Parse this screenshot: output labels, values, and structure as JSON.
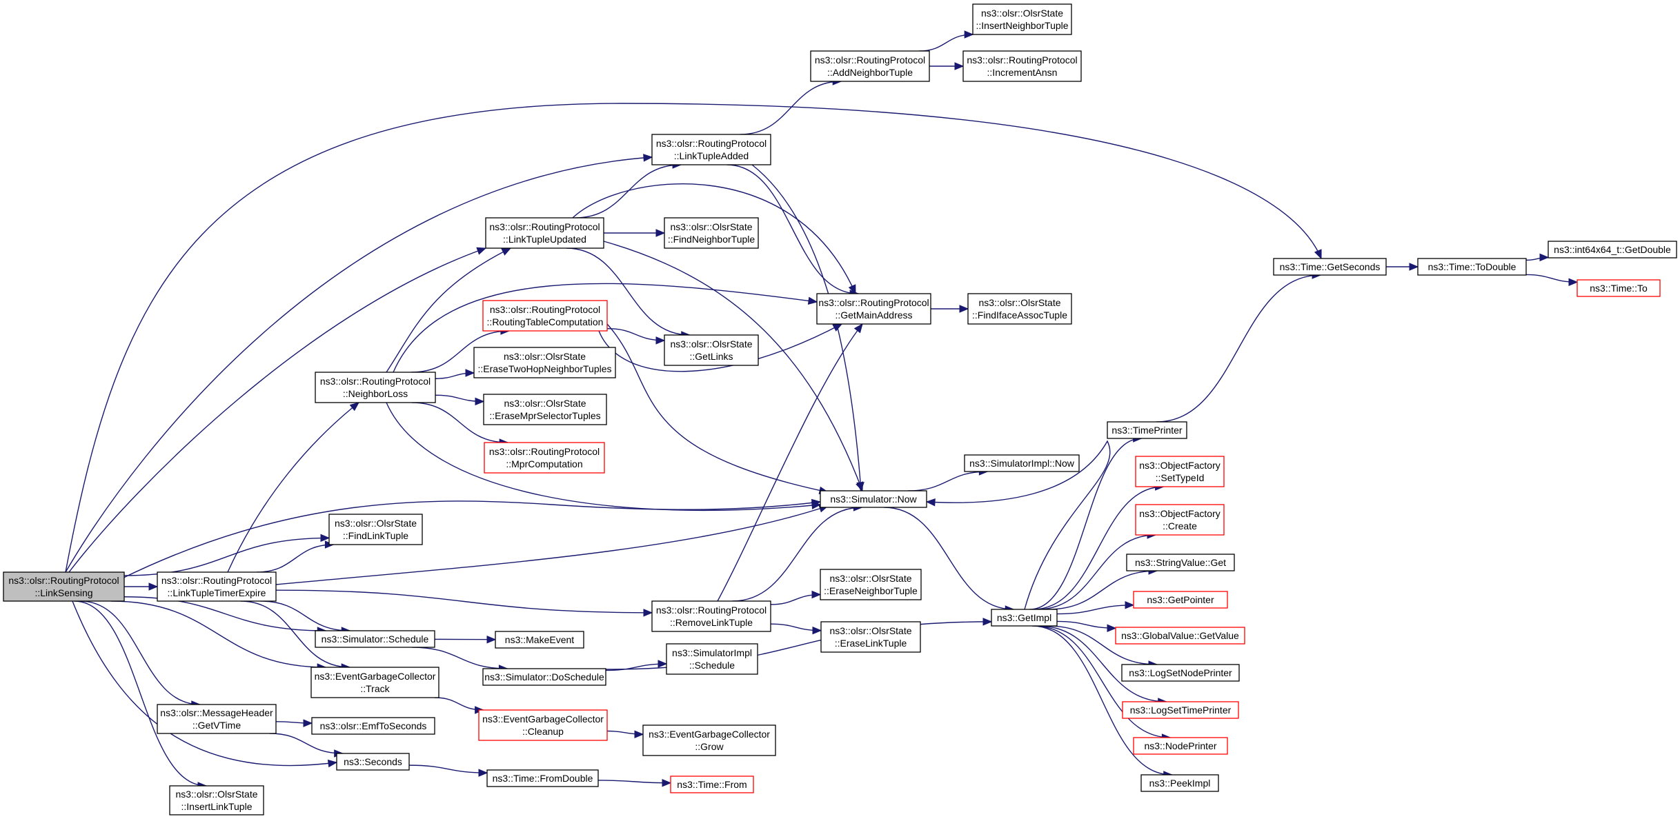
{
  "colors": {
    "edge": "#191970",
    "border": "#000000",
    "truncated_border": "#ff0000",
    "root_fill": "#bfbfbf",
    "background": "#ffffff"
  },
  "nodes": [
    {
      "id": "linksensing",
      "lines": [
        "ns3::olsr::RoutingProtocol",
        "::LinkSensing"
      ],
      "style": "root"
    },
    {
      "id": "linktupletimerexpire",
      "lines": [
        "ns3::olsr::RoutingProtocol",
        "::LinkTupleTimerExpire"
      ],
      "style": "normal"
    },
    {
      "id": "getvtime",
      "lines": [
        "ns3::olsr::MessageHeader",
        "::GetVTime"
      ],
      "style": "normal"
    },
    {
      "id": "insertlinktuple",
      "lines": [
        "ns3::olsr::OlsrState",
        "::InsertLinkTuple"
      ],
      "style": "normal"
    },
    {
      "id": "neighborloss",
      "lines": [
        "ns3::olsr::RoutingProtocol",
        "::NeighborLoss"
      ],
      "style": "normal"
    },
    {
      "id": "findlinktuple",
      "lines": [
        "ns3::olsr::OlsrState",
        "::FindLinkTuple"
      ],
      "style": "normal"
    },
    {
      "id": "schedule",
      "lines": [
        "ns3::Simulator::Schedule"
      ],
      "style": "normal"
    },
    {
      "id": "egctrack",
      "lines": [
        "ns3::EventGarbageCollector",
        "::Track"
      ],
      "style": "normal"
    },
    {
      "id": "emftoseconds",
      "lines": [
        "ns3::olsr::EmfToSeconds"
      ],
      "style": "normal"
    },
    {
      "id": "seconds",
      "lines": [
        "ns3::Seconds"
      ],
      "style": "normal"
    },
    {
      "id": "linktupleupdated",
      "lines": [
        "ns3::olsr::RoutingProtocol",
        "::LinkTupleUpdated"
      ],
      "style": "normal"
    },
    {
      "id": "routingtablecomputation",
      "lines": [
        "ns3::olsr::RoutingProtocol",
        "::RoutingTableComputation"
      ],
      "style": "red"
    },
    {
      "id": "erasetwohop",
      "lines": [
        "ns3::olsr::OlsrState",
        "::EraseTwoHopNeighborTuples"
      ],
      "style": "normal"
    },
    {
      "id": "erasemprselector",
      "lines": [
        "ns3::olsr::OlsrState",
        "::EraseMprSelectorTuples"
      ],
      "style": "normal"
    },
    {
      "id": "mprcomputation",
      "lines": [
        "ns3::olsr::RoutingProtocol",
        "::MprComputation"
      ],
      "style": "red"
    },
    {
      "id": "makeevent",
      "lines": [
        "ns3::MakeEvent"
      ],
      "style": "normal"
    },
    {
      "id": "doschedule",
      "lines": [
        "ns3::Simulator::DoSchedule"
      ],
      "style": "normal"
    },
    {
      "id": "egccleanup",
      "lines": [
        "ns3::EventGarbageCollector",
        "::Cleanup"
      ],
      "style": "red"
    },
    {
      "id": "fromdouble",
      "lines": [
        "ns3::Time::FromDouble"
      ],
      "style": "normal"
    },
    {
      "id": "linktupleadded",
      "lines": [
        "ns3::olsr::RoutingProtocol",
        "::LinkTupleAdded"
      ],
      "style": "normal"
    },
    {
      "id": "findneighbortuple",
      "lines": [
        "ns3::olsr::OlsrState",
        "::FindNeighborTuple"
      ],
      "style": "normal"
    },
    {
      "id": "getlinks",
      "lines": [
        "ns3::olsr::OlsrState",
        "::GetLinks"
      ],
      "style": "normal"
    },
    {
      "id": "removelinktuple",
      "lines": [
        "ns3::olsr::RoutingProtocol",
        "::RemoveLinkTuple"
      ],
      "style": "normal"
    },
    {
      "id": "simimplschedule",
      "lines": [
        "ns3::SimulatorImpl",
        "::Schedule"
      ],
      "style": "normal"
    },
    {
      "id": "egcgrow",
      "lines": [
        "ns3::EventGarbageCollector",
        "::Grow"
      ],
      "style": "normal"
    },
    {
      "id": "timefrom",
      "lines": [
        "ns3::Time::From"
      ],
      "style": "red"
    },
    {
      "id": "addneighbortuple",
      "lines": [
        "ns3::olsr::RoutingProtocol",
        "::AddNeighborTuple"
      ],
      "style": "normal"
    },
    {
      "id": "getmainaddress",
      "lines": [
        "ns3::olsr::RoutingProtocol",
        "::GetMainAddress"
      ],
      "style": "normal"
    },
    {
      "id": "simulatornow",
      "lines": [
        "ns3::Simulator::Now"
      ],
      "style": "normal"
    },
    {
      "id": "eraseneighbortuple",
      "lines": [
        "ns3::olsr::OlsrState",
        "::EraseNeighborTuple"
      ],
      "style": "normal"
    },
    {
      "id": "eraselinktuple",
      "lines": [
        "ns3::olsr::OlsrState",
        "::EraseLinkTuple"
      ],
      "style": "normal"
    },
    {
      "id": "insertneighbortuple",
      "lines": [
        "ns3::olsr::OlsrState",
        "::InsertNeighborTuple"
      ],
      "style": "normal"
    },
    {
      "id": "incrementansn",
      "lines": [
        "ns3::olsr::RoutingProtocol",
        "::IncrementAnsn"
      ],
      "style": "normal"
    },
    {
      "id": "findifaceassoc",
      "lines": [
        "ns3::olsr::OlsrState",
        "::FindIfaceAssocTuple"
      ],
      "style": "normal"
    },
    {
      "id": "simimplnow",
      "lines": [
        "ns3::SimulatorImpl::Now"
      ],
      "style": "normal"
    },
    {
      "id": "getimpl",
      "lines": [
        "ns3::GetImpl"
      ],
      "style": "normal"
    },
    {
      "id": "timeprinter",
      "lines": [
        "ns3::TimePrinter"
      ],
      "style": "normal"
    },
    {
      "id": "settypeid",
      "lines": [
        "ns3::ObjectFactory",
        "::SetTypeId"
      ],
      "style": "red"
    },
    {
      "id": "ofcreate",
      "lines": [
        "ns3::ObjectFactory",
        "::Create"
      ],
      "style": "red"
    },
    {
      "id": "stringvalueget",
      "lines": [
        "ns3::StringValue::Get"
      ],
      "style": "normal"
    },
    {
      "id": "getpointer",
      "lines": [
        "ns3::GetPointer"
      ],
      "style": "red"
    },
    {
      "id": "globalvalueget",
      "lines": [
        "ns3::GlobalValue::GetValue"
      ],
      "style": "red"
    },
    {
      "id": "logsetnodeprinter",
      "lines": [
        "ns3::LogSetNodePrinter"
      ],
      "style": "normal"
    },
    {
      "id": "logsettimeprinter",
      "lines": [
        "ns3::LogSetTimePrinter"
      ],
      "style": "red"
    },
    {
      "id": "nodeprinter",
      "lines": [
        "ns3::NodePrinter"
      ],
      "style": "red"
    },
    {
      "id": "peekimpl",
      "lines": [
        "ns3::PeekImpl"
      ],
      "style": "normal"
    },
    {
      "id": "getseconds",
      "lines": [
        "ns3::Time::GetSeconds"
      ],
      "style": "normal"
    },
    {
      "id": "todouble",
      "lines": [
        "ns3::Time::ToDouble"
      ],
      "style": "normal"
    },
    {
      "id": "int64getdouble",
      "lines": [
        "ns3::int64x64_t::GetDouble"
      ],
      "style": "normal"
    },
    {
      "id": "timeto",
      "lines": [
        "ns3::Time::To"
      ],
      "style": "red"
    }
  ],
  "edges": [
    [
      "linksensing",
      "linktupletimerexpire"
    ],
    [
      "linksensing",
      "getvtime"
    ],
    [
      "linksensing",
      "insertlinktuple"
    ],
    [
      "linksensing",
      "findlinktuple"
    ],
    [
      "linksensing",
      "schedule"
    ],
    [
      "linksensing",
      "egctrack"
    ],
    [
      "linksensing",
      "seconds"
    ],
    [
      "linksensing",
      "linktupleupdated"
    ],
    [
      "linksensing",
      "linktupleadded"
    ],
    [
      "linksensing",
      "simulatornow"
    ],
    [
      "linksensing",
      "getseconds"
    ],
    [
      "linktupletimerexpire",
      "neighborloss"
    ],
    [
      "linktupletimerexpire",
      "findlinktuple"
    ],
    [
      "linktupletimerexpire",
      "schedule"
    ],
    [
      "linktupletimerexpire",
      "egctrack"
    ],
    [
      "linktupletimerexpire",
      "removelinktuple"
    ],
    [
      "linktupletimerexpire",
      "simulatornow"
    ],
    [
      "getvtime",
      "emftoseconds"
    ],
    [
      "getvtime",
      "seconds"
    ],
    [
      "neighborloss",
      "linktupleupdated"
    ],
    [
      "neighborloss",
      "routingtablecomputation"
    ],
    [
      "neighborloss",
      "erasetwohop"
    ],
    [
      "neighborloss",
      "erasemprselector"
    ],
    [
      "neighborloss",
      "mprcomputation"
    ],
    [
      "neighborloss",
      "getmainaddress"
    ],
    [
      "neighborloss",
      "simulatornow"
    ],
    [
      "schedule",
      "makeevent"
    ],
    [
      "schedule",
      "doschedule"
    ],
    [
      "egctrack",
      "egccleanup"
    ],
    [
      "seconds",
      "fromdouble"
    ],
    [
      "linktupleupdated",
      "linktupleadded"
    ],
    [
      "linktupleupdated",
      "findneighbortuple"
    ],
    [
      "linktupleupdated",
      "getlinks"
    ],
    [
      "linktupleupdated",
      "getmainaddress"
    ],
    [
      "linktupleupdated",
      "simulatornow"
    ],
    [
      "routingtablecomputation",
      "getlinks"
    ],
    [
      "routingtablecomputation",
      "getmainaddress"
    ],
    [
      "routingtablecomputation",
      "simulatornow"
    ],
    [
      "doschedule",
      "simimplschedule"
    ],
    [
      "doschedule",
      "getimpl"
    ],
    [
      "egccleanup",
      "egcgrow"
    ],
    [
      "fromdouble",
      "timefrom"
    ],
    [
      "linktupleadded",
      "addneighbortuple"
    ],
    [
      "linktupleadded",
      "getmainaddress"
    ],
    [
      "linktupleadded",
      "simulatornow"
    ],
    [
      "removelinktuple",
      "getmainaddress"
    ],
    [
      "removelinktuple",
      "simulatornow"
    ],
    [
      "removelinktuple",
      "eraseneighbortuple"
    ],
    [
      "removelinktuple",
      "eraselinktuple"
    ],
    [
      "addneighbortuple",
      "insertneighbortuple"
    ],
    [
      "addneighbortuple",
      "incrementansn"
    ],
    [
      "getmainaddress",
      "findifaceassoc"
    ],
    [
      "simulatornow",
      "simimplnow"
    ],
    [
      "simulatornow",
      "getimpl"
    ],
    [
      "getimpl",
      "timeprinter"
    ],
    [
      "getimpl",
      "settypeid"
    ],
    [
      "getimpl",
      "ofcreate"
    ],
    [
      "getimpl",
      "stringvalueget"
    ],
    [
      "getimpl",
      "getpointer"
    ],
    [
      "getimpl",
      "globalvalueget"
    ],
    [
      "getimpl",
      "logsetnodeprinter"
    ],
    [
      "getimpl",
      "logsettimeprinter"
    ],
    [
      "getimpl",
      "nodeprinter"
    ],
    [
      "getimpl",
      "peekimpl"
    ],
    [
      "getimpl",
      "simulatornow"
    ],
    [
      "timeprinter",
      "getseconds"
    ],
    [
      "getseconds",
      "todouble"
    ],
    [
      "todouble",
      "int64getdouble"
    ],
    [
      "todouble",
      "timeto"
    ]
  ]
}
